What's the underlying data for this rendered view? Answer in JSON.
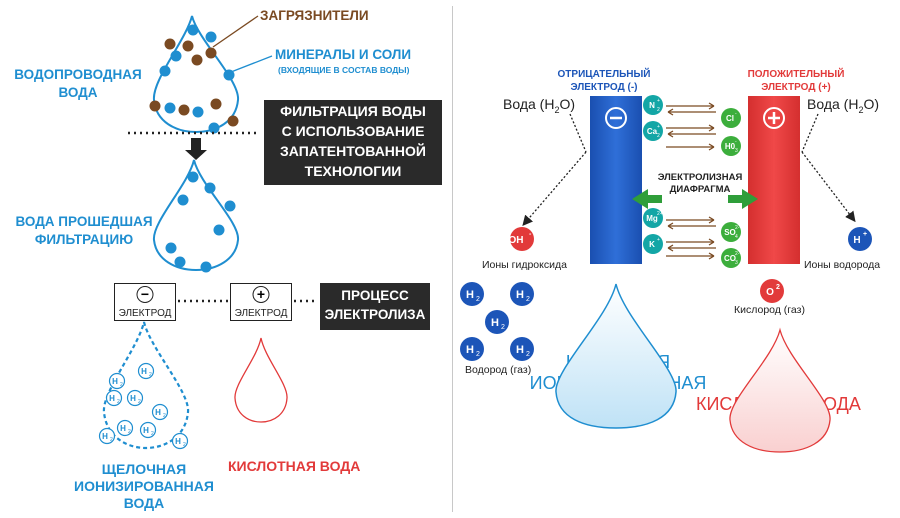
{
  "left": {
    "tap_water": [
      "ВОДОПРОВОДНАЯ",
      "ВОДА"
    ],
    "pollutants": "ЗАГРЯЗНИТЕЛИ",
    "minerals": "МИНЕРАЛЫ И СОЛИ",
    "minerals_note": "(ВХОДЯЩИЕ В СОСТАВ ВОДЫ)",
    "filtration_box": [
      "ФИЛЬТРАЦИЯ ВОДЫ",
      "С ИСПОЛЬЗОВАНИЕ",
      "ЗАПАТЕНТОВАННОЙ",
      "ТЕХНОЛОГИИ"
    ],
    "filtered": [
      "ВОДА ПРОШЕДШАЯ",
      "ФИЛЬТРАЦИЮ"
    ],
    "electrode_word": "ЭЛЕКТРОД",
    "minus": "−",
    "plus": "+",
    "process_box": [
      "ПРОЦЕСС",
      "ЭЛЕКТРОЛИЗА"
    ],
    "alkaline": [
      "ЩЕЛОЧНАЯ",
      "ИОНИЗИРОВАННАЯ",
      "ВОДА"
    ],
    "acid": "КИСЛОТНАЯ ВОДА",
    "h2_label": "H",
    "h2_sub": "2"
  },
  "right": {
    "neg_electrode": [
      "ОТРИЦАТЕЛЬНЫЙ",
      "ЭЛЕКТРОД (-)"
    ],
    "pos_electrode": [
      "ПОЛОЖИТЕЛЬНЫЙ",
      "ЭЛЕКТРОД (+)"
    ],
    "water_h2o": "Вода (H",
    "water_sub": "2",
    "water_close": "O)",
    "diaphragm": [
      "ЭЛЕКТРОЛИЗНАЯ",
      "ДИАФРАГМА"
    ],
    "hydroxide_ions": "Ионы гидроксида",
    "hydrogen_ions": "Ионы водорода",
    "oxygen_gas": "Кислород (газ)",
    "hydrogen_gas": "Водород (газ)",
    "alkaline": [
      "ЩЕЛОЧНАЯ",
      "ИОНИЗИРОВАННАЯ",
      "ВОДА"
    ],
    "acid": "КИСЛОТНАЯ ВОДА",
    "oh": "OH",
    "oh_sup": "-",
    "h_plus": "H",
    "h_sup": "+",
    "o2": "O",
    "o2_sup": "2",
    "ions_left_top": [
      {
        "t": "N",
        "s": "+",
        "b": "2"
      },
      {
        "t": "Ca",
        "s": "+",
        "b": "2"
      }
    ],
    "ions_right_top": [
      {
        "t": "Cl",
        "s": "-",
        "b": ""
      },
      {
        "t": "H0",
        "s": "-",
        "b": "3"
      }
    ],
    "ions_left_bottom": [
      {
        "t": "Mg",
        "s": "2+",
        "b": ""
      },
      {
        "t": "K",
        "s": "+",
        "b": ""
      }
    ],
    "ions_right_bottom": [
      {
        "t": "SO",
        "s": "2-",
        "b": "4"
      },
      {
        "t": "CO",
        "s": "2-",
        "b": "3"
      }
    ]
  },
  "colors": {
    "blue": "#1f8ed0",
    "neg_electrode": "#1c55b8",
    "pos_electrode": "#e23a3a",
    "red": "#e23a3a",
    "brown": "#7a4a22",
    "ion_teal": "#13a6a6",
    "ion_green": "#3cae3c",
    "dark_box": "#2a2a2a"
  }
}
